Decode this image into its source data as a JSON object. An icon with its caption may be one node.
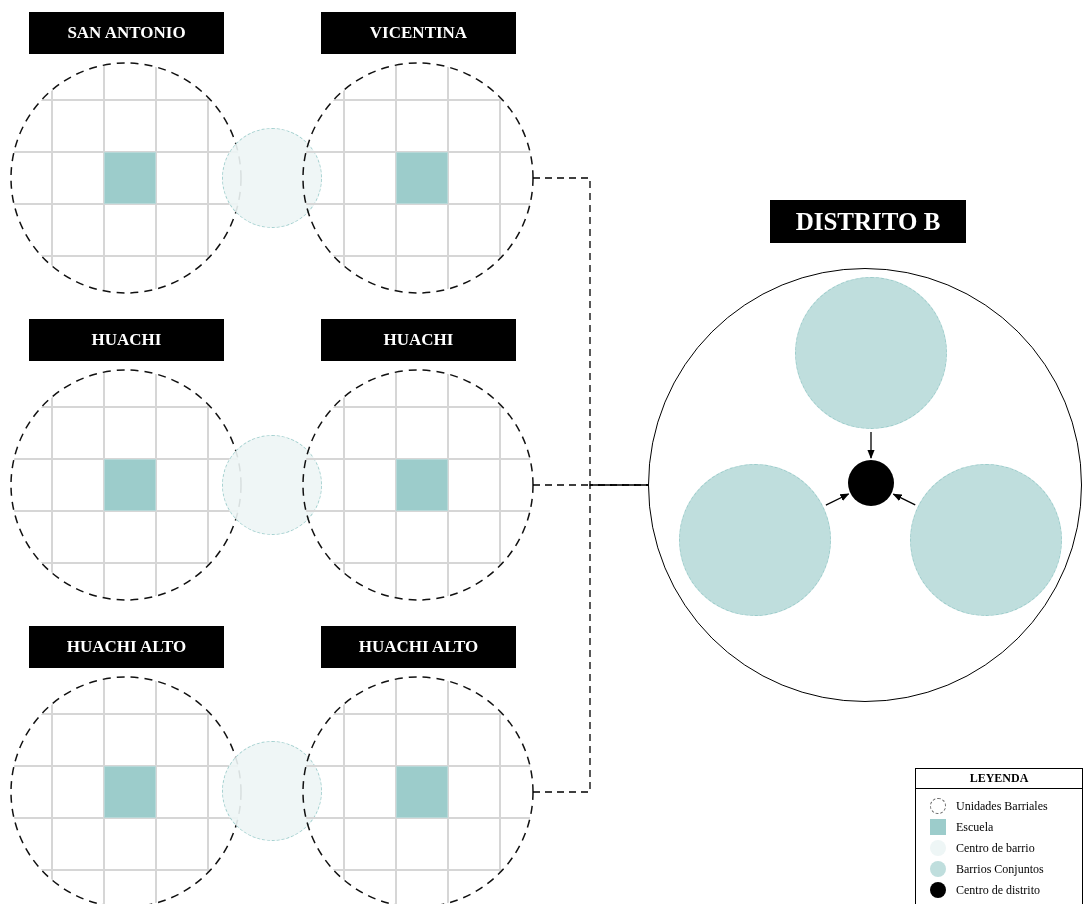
{
  "diagram": {
    "nodes": [
      {
        "text": [
          "SAN ANTONIO"
        ]
      },
      {
        "text": [],
        "shape": "box",
        "in": 0
      },
      {
        "text": [],
        "shape": "circle"
      },
      {
        "text": [
          "VICENTINA"
        ]
      },
      {
        "text": [],
        "shape": "box",
        "in": 3
      },
      {
        "text": [
          "HUACHI"
        ]
      },
      {
        "text": [],
        "shape": "box",
        "in": 5
      },
      {
        "text": [],
        "shape": "circle"
      },
      {
        "text": [
          "HUACHI"
        ]
      },
      {
        "text": [],
        "shape": "box",
        "in": 8
      },
      {
        "text": [
          "HUACHI ALTO"
        ]
      },
      {
        "text": [],
        "shape": "box",
        "in": 10
      },
      {
        "text": [],
        "shape": "circle"
      },
      {
        "text": [
          "HUACHI ALTO"
        ]
      },
      {
        "text": [],
        "shape": "box",
        "in": 13
      },
      {
        "text": [
          "DISTRITO B"
        ]
      },
      {
        "text": [],
        "shape": "circle",
        "in": 15
      },
      {
        "text": [],
        "shape": "circle",
        "in": 15
      },
      {
        "text": [],
        "shape": "circle",
        "in": 15
      },
      {
        "text": [],
        "shape": "circle",
        "in": 15
      }
    ],
    "edges": [
      {
        "from": 3,
        "to": 15,
        "arrow": "none",
        "style": "dashed"
      },
      {
        "from": 8,
        "to": 15,
        "arrow": "none",
        "style": "dashed"
      },
      {
        "from": 13,
        "to": 15,
        "arrow": "none",
        "style": "dashed"
      },
      {
        "from": 16,
        "to": 17,
        "arrow": "to"
      },
      {
        "from": 18,
        "to": 17,
        "arrow": "to"
      },
      {
        "from": 19,
        "to": 17,
        "arrow": "to"
      }
    ],
    "labels": [
      "LEYENDA"
    ],
    "legend": [
      {
        "text": "Unidades Barriales"
      },
      {
        "text": "Escuela",
        "color": "#9ccccb"
      },
      {
        "text": "Centro de barrio",
        "color": "#eef6f6"
      },
      {
        "text": "Barrios Conjuntos",
        "color": "#bfdedd"
      },
      {
        "text": "Centro de distrito",
        "color": "#000000"
      }
    ]
  }
}
